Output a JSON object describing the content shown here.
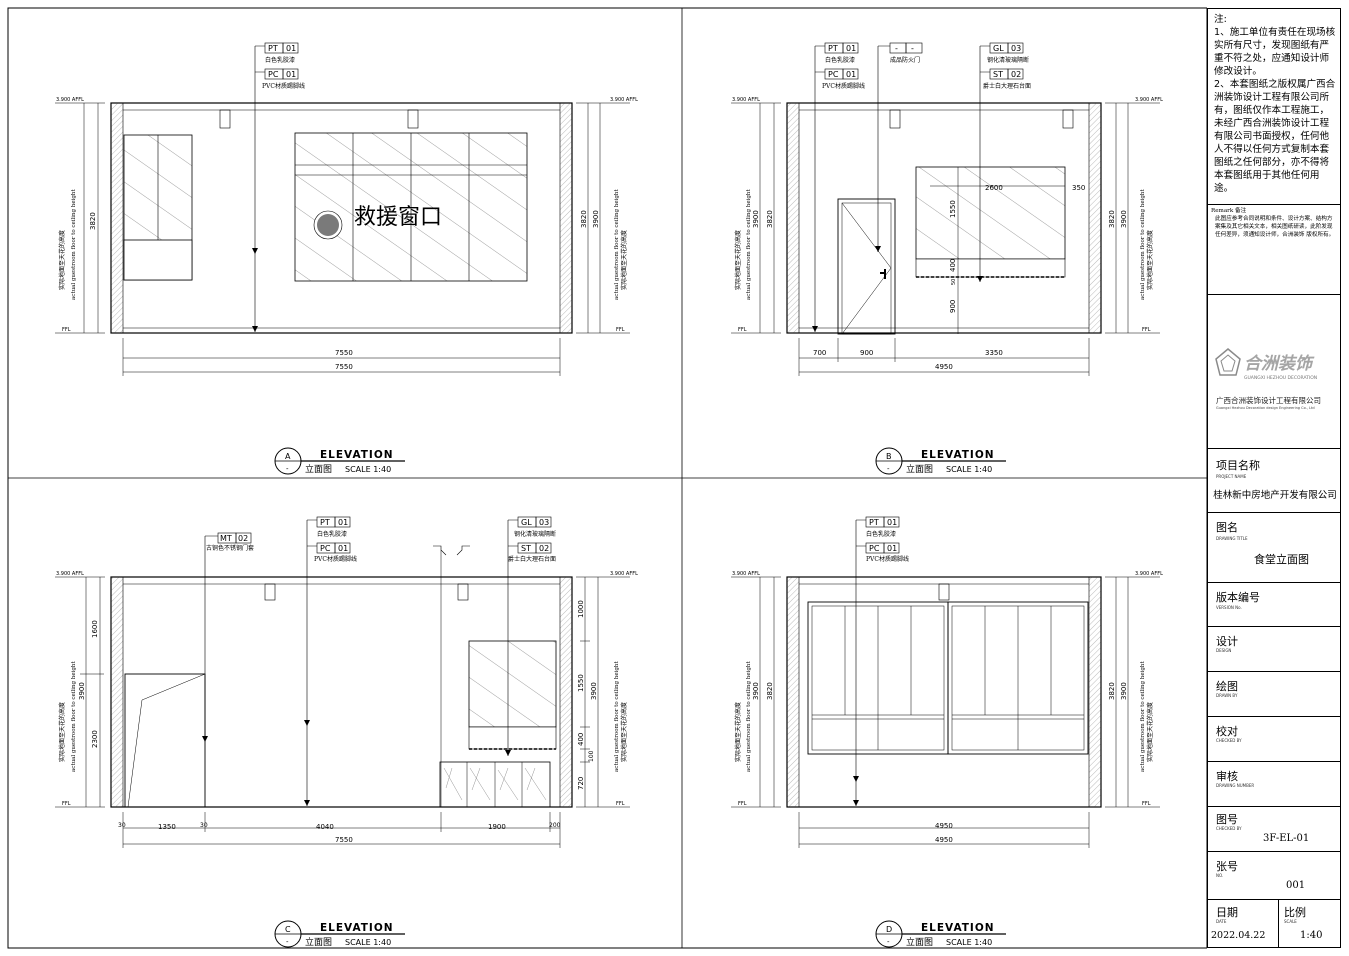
{
  "panels": [
    {
      "id": "A",
      "title": "ELEVATION",
      "subtitle": "立面图",
      "scale": "SCALE 1:40",
      "tags": [
        {
          "code": "PT",
          "num": "01",
          "desc": "白色乳胶漆"
        },
        {
          "code": "PC",
          "num": "01",
          "desc": "PVC材质踢脚线"
        }
      ],
      "sign_text": "救援窗口",
      "dim_bottom": [
        "7550",
        "7550"
      ],
      "dim_height": "3820",
      "dim_height2": "3900",
      "level_top": "3.900 AFFL",
      "level_bot": "FFL",
      "vert_note_cn": "实际地面至天花的高度",
      "vert_note_en": "actual guestroom floor to ceiling height"
    },
    {
      "id": "B",
      "title": "ELEVATION",
      "subtitle": "立面图",
      "scale": "SCALE 1:40",
      "tags": [
        {
          "code": "PT",
          "num": "01",
          "desc": "白色乳胶漆"
        },
        {
          "code": "PC",
          "num": "01",
          "desc": "PVC材质踢脚线"
        },
        {
          "code": "-",
          "num": "-",
          "desc": "成品防火门"
        },
        {
          "code": "GL",
          "num": "03",
          "desc": "钢化清玻璃隔断"
        },
        {
          "code": "ST",
          "num": "02",
          "desc": "爵士白大理石台面"
        }
      ],
      "dim_bottom": [
        "700",
        "900",
        "3350",
        "4950"
      ],
      "dim_inner": [
        "2600",
        "350",
        "1550",
        "400",
        "50",
        "900"
      ],
      "dim_height": "3820",
      "dim_height2": "3900"
    },
    {
      "id": "C",
      "title": "ELEVATION",
      "subtitle": "立面图",
      "scale": "SCALE 1:40",
      "tags": [
        {
          "code": "MT",
          "num": "02",
          "desc": "古铜色不锈钢门套"
        },
        {
          "code": "PT",
          "num": "01",
          "desc": "白色乳胶漆"
        },
        {
          "code": "PC",
          "num": "01",
          "desc": "PVC材质踢脚线"
        },
        {
          "code": "GL",
          "num": "03",
          "desc": "钢化清玻璃隔断"
        },
        {
          "code": "ST",
          "num": "02",
          "desc": "爵士白大理石台面"
        }
      ],
      "dim_bottom": [
        "30",
        "1350",
        "30",
        "4040",
        "1900",
        "200",
        "7550"
      ],
      "dim_left": [
        "1600",
        "2300"
      ],
      "dim_right": [
        "1000",
        "1550",
        "400",
        "100",
        "720"
      ],
      "dim_height": "3820",
      "dim_height2": "3900"
    },
    {
      "id": "D",
      "title": "ELEVATION",
      "subtitle": "立面图",
      "scale": "SCALE 1:40",
      "tags": [
        {
          "code": "PT",
          "num": "01",
          "desc": "白色乳胶漆"
        },
        {
          "code": "PC",
          "num": "01",
          "desc": "PVC材质踢脚线"
        }
      ],
      "dim_bottom": [
        "4950",
        "4950"
      ],
      "dim_height": "3820",
      "dim_height2": "3900"
    }
  ],
  "title_block": {
    "notes_heading": "注:",
    "notes": [
      "1、施工单位有责任在现场核实所有尺寸，发现图纸有严重不符之处，应通知设计师修改设计。",
      "2、本套图纸之版权属广西合洲装饰设计工程有限公司所有，图纸仅作本工程施工，未经广西合洲装饰设计工程有限公司书面授权，任何他人不得以任何方式复制本套图纸之任何部分，亦不得将本套图纸用于其他任何用途。"
    ],
    "remark_label": "Remark 备注",
    "remark_text": "此图应参考合同说明和条件、设计方案、结构方案集及其它相关文本，相关图纸研读，此阶发现任何差异，须通知设计师，合洲装饰 版权所有。",
    "company_logo_text": "合洲装饰",
    "company_logo_en": "GUANGXI HEZHOU DECORATION",
    "company_name": "广西合洲装饰设计工程有限公司",
    "company_name_en": "Guangxi Hezhou Decoration design Engineering Co., Ltd",
    "project_label": "项目名称",
    "project_sub": "PROJECT NAME",
    "project_value": "桂林新中房地产开发有限公司",
    "drawing_title_label": "图名",
    "drawing_title_sub": "DRAWING TITLE",
    "drawing_title_value": "食堂立面图",
    "version_label": "版本编号",
    "version_sub": "VERSION No.",
    "design_label": "设计",
    "design_sub": "DESIGN",
    "drawn_label": "绘图",
    "drawn_sub": "DRAWN BY",
    "checked_label": "校对",
    "checked_sub": "CHECKED BY",
    "review_label": "审核",
    "review_sub": "DRAWING NUMBER",
    "drawing_no_label": "图号",
    "drawing_no_sub": "CHECKED BY",
    "drawing_no_value": "3F-EL-01",
    "sheet_label": "张号",
    "sheet_sub": "NO.",
    "sheet_value": "001",
    "date_label": "日期",
    "date_sub": "DATE",
    "date_value": "2022.04.22",
    "scale_label": "比例",
    "scale_sub": "SCALE",
    "scale_value": "1:40"
  }
}
